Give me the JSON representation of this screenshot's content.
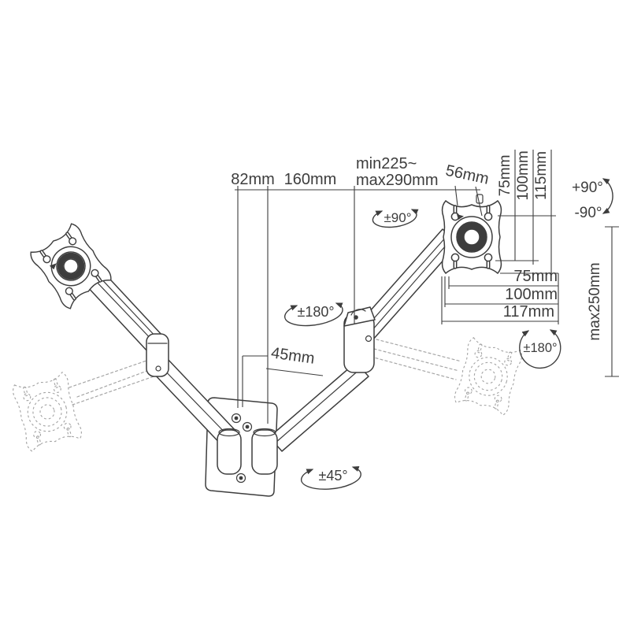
{
  "page": {
    "background": "#ffffff"
  },
  "drawing": {
    "subject": "dual gas-spring monitor wall-mount arm technical drawing",
    "stroke": "#3d3d3d",
    "ghost_stroke": "#a5a5a5",
    "top": {
      "d82": "82mm",
      "d160": "160mm",
      "dminmax1": "min225~",
      "dminmax2": "max290mm",
      "d56": "56mm"
    },
    "vesa_v": {
      "v75": "75mm",
      "v100": "100mm",
      "v115": "115mm"
    },
    "tilt": {
      "up": "+90°",
      "down": "-90°"
    },
    "vesa_h": {
      "h75": "75mm",
      "h100": "100mm",
      "h117": "117mm"
    },
    "height": {
      "max250": "max250mm"
    },
    "rot": {
      "right180": "±180°",
      "mid180": "±180°",
      "r90": "±90°",
      "r45": "±45°"
    },
    "depth": {
      "d45": "45mm"
    }
  }
}
